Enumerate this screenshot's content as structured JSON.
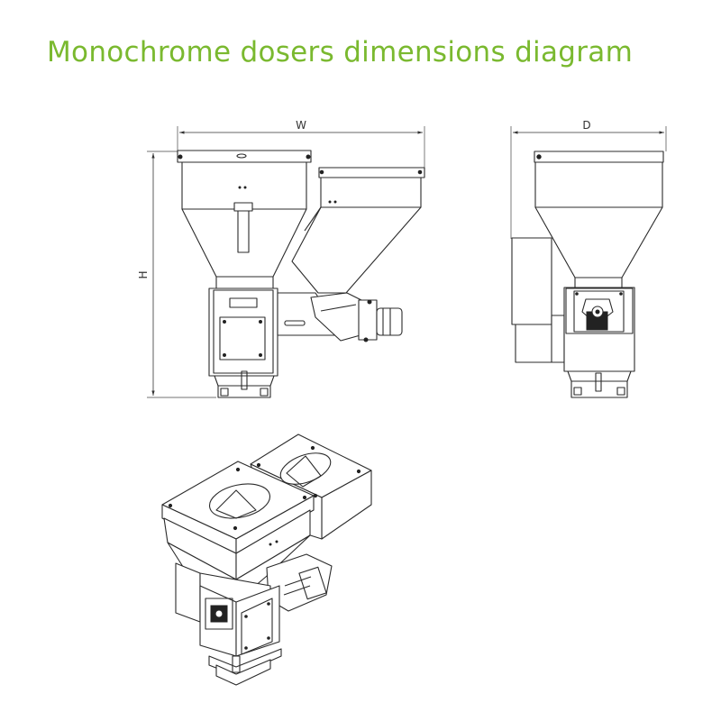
{
  "title": "Monochrome dosers dimensions diagram",
  "title_color": "#7ab92f",
  "line_color": "#2b2b2b",
  "dimensions": {
    "width_label": "W",
    "depth_label": "D",
    "height_label": "H"
  }
}
